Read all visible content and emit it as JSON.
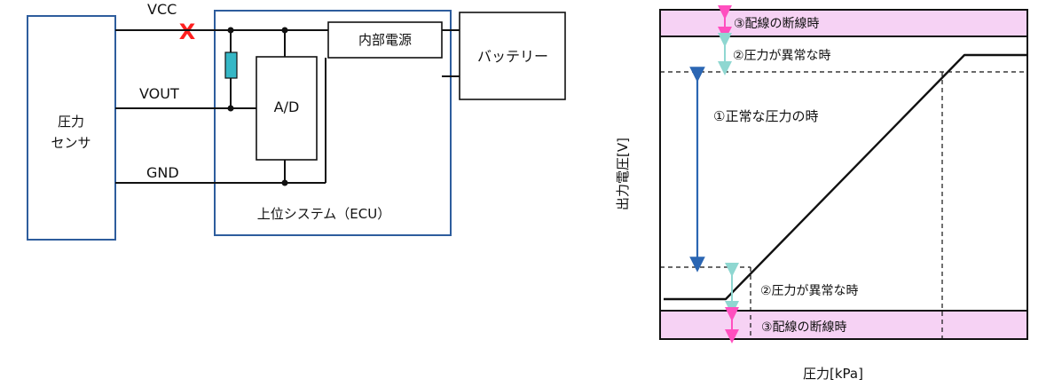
{
  "circuit": {
    "sensor_label_line1": "圧力",
    "sensor_label_line2": "センサ",
    "vcc_label": "VCC",
    "vout_label": "VOUT",
    "gnd_label": "GND",
    "ad_label": "A/D",
    "internal_power_label": "内部電源",
    "battery_label": "バッテリー",
    "ecu_label": "上位システム（ECU）",
    "break_mark": "X"
  },
  "graph": {
    "y_axis_label": "出力電圧[V]",
    "x_axis_label": "圧力[kPa]",
    "top_wire_break_label": "③配線の断線時",
    "top_abnormal_label": "②圧力が異常な時",
    "normal_label": "①正常な圧力の時",
    "bottom_abnormal_label": "②圧力が異常な時",
    "bottom_wire_break_label": "③配線の断線時",
    "colors": {
      "band_fill": "#f6d2f4",
      "pink_arrow": "#ff4fbf",
      "teal_arrow": "#8fd7d1",
      "blue_arrow": "#2b66b3",
      "blue_box": "#2e5d9d"
    }
  }
}
